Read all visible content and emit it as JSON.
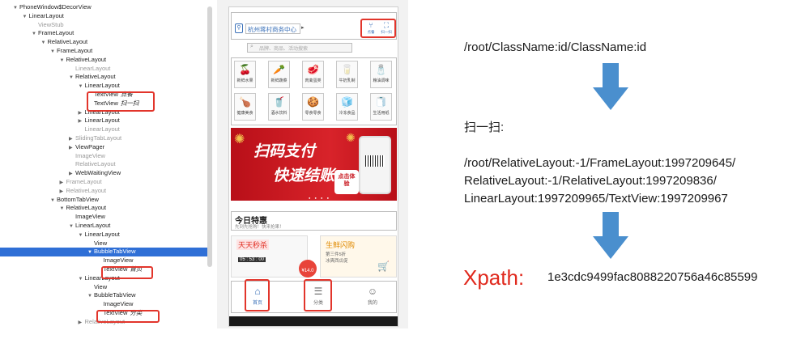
{
  "tree": {
    "rows": [
      {
        "label": "PhoneWindow$DecorView",
        "depth": 0,
        "arrow": "▼",
        "dim": false
      },
      {
        "label": "LinearLayout",
        "depth": 1,
        "arrow": "▼",
        "dim": false
      },
      {
        "label": "ViewStub",
        "depth": 2,
        "arrow": "",
        "dim": true
      },
      {
        "label": "FrameLayout",
        "depth": 2,
        "arrow": "▼",
        "dim": false
      },
      {
        "label": "RelativeLayout",
        "depth": 3,
        "arrow": "▼",
        "dim": false
      },
      {
        "label": "FrameLayout",
        "depth": 4,
        "arrow": "▼",
        "dim": false
      },
      {
        "label": "RelativeLayout",
        "depth": 5,
        "arrow": "▼",
        "dim": false
      },
      {
        "label": "LinearLayout",
        "depth": 6,
        "arrow": "",
        "dim": true
      },
      {
        "label": "RelativeLayout",
        "depth": 6,
        "arrow": "▼",
        "dim": false
      },
      {
        "label": "LinearLayout",
        "depth": 7,
        "arrow": "▼",
        "dim": false
      },
      {
        "label": "TextView",
        "suffix": "点餐",
        "depth": 8,
        "arrow": "",
        "dim": false
      },
      {
        "label": "TextView",
        "suffix": "扫一扫",
        "depth": 8,
        "arrow": "",
        "dim": false
      },
      {
        "label": "LinearLayout",
        "depth": 7,
        "arrow": "▶",
        "dim": false
      },
      {
        "label": "LinearLayout",
        "depth": 7,
        "arrow": "▶",
        "dim": false
      },
      {
        "label": "LinearLayout",
        "depth": 7,
        "arrow": "",
        "dim": true
      },
      {
        "label": "SlidingTabLayout",
        "depth": 6,
        "arrow": "▶",
        "dim": true
      },
      {
        "label": "ViewPager",
        "depth": 6,
        "arrow": "▶",
        "dim": false
      },
      {
        "label": "ImageView",
        "depth": 6,
        "arrow": "",
        "dim": true
      },
      {
        "label": "RelativeLayout",
        "depth": 6,
        "arrow": "",
        "dim": true
      },
      {
        "label": "WebWaitingView",
        "depth": 6,
        "arrow": "▶",
        "dim": false
      },
      {
        "label": "FrameLayout",
        "depth": 5,
        "arrow": "▶",
        "dim": true
      },
      {
        "label": "RelativeLayout",
        "depth": 5,
        "arrow": "▶",
        "dim": true
      },
      {
        "label": "BottomTabView",
        "depth": 4,
        "arrow": "▼",
        "dim": false
      },
      {
        "label": "RelativeLayout",
        "depth": 5,
        "arrow": "▼",
        "dim": false
      },
      {
        "label": "ImageView",
        "depth": 6,
        "arrow": "",
        "dim": false
      },
      {
        "label": "LinearLayout",
        "depth": 6,
        "arrow": "▼",
        "dim": false
      },
      {
        "label": "LinearLayout",
        "depth": 7,
        "arrow": "▼",
        "dim": false
      },
      {
        "label": "View",
        "depth": 8,
        "arrow": "",
        "dim": false
      },
      {
        "label": "BubbleTabView",
        "depth": 8,
        "arrow": "▼",
        "dim": false,
        "selected": true
      },
      {
        "label": "ImageView",
        "depth": 9,
        "arrow": "",
        "dim": false
      },
      {
        "label": "TextView",
        "suffix": "首页",
        "depth": 9,
        "arrow": "",
        "dim": false
      },
      {
        "label": "LinearLayout",
        "depth": 7,
        "arrow": "▼",
        "dim": false
      },
      {
        "label": "View",
        "depth": 8,
        "arrow": "",
        "dim": false
      },
      {
        "label": "BubbleTabView",
        "depth": 8,
        "arrow": "▼",
        "dim": false
      },
      {
        "label": "ImageView",
        "depth": 9,
        "arrow": "",
        "dim": false
      },
      {
        "label": "TextView",
        "suffix": "分类",
        "depth": 9,
        "arrow": "",
        "dim": false
      },
      {
        "label": "RelativeLayout",
        "depth": 7,
        "arrow": "▶",
        "dim": true
      }
    ]
  },
  "phone": {
    "location": "杭州蒋村商务中心",
    "search_hint": "品牌、商品、活动搜索",
    "top_buttons": [
      "点餐",
      "扫一扫"
    ],
    "categories_row1": [
      {
        "label": "新鲜水果",
        "icon": "🍒"
      },
      {
        "label": "新鲜蔬菜",
        "icon": "🥕"
      },
      {
        "label": "肉禽蛋类",
        "icon": "🥩"
      },
      {
        "label": "牛奶乳制",
        "icon": "🥛"
      },
      {
        "label": "粮油调味",
        "icon": "🧂"
      }
    ],
    "categories_row2": [
      {
        "label": "健康美食",
        "icon": "🍗"
      },
      {
        "label": "酒水饮料",
        "icon": "🥤"
      },
      {
        "label": "零食零食",
        "icon": "🍪"
      },
      {
        "label": "冷冻食品",
        "icon": "🧊"
      },
      {
        "label": "生活用纸",
        "icon": "🧻"
      }
    ],
    "banner_line1": "扫码支付",
    "banner_line2": "快速结账",
    "banner_badge": "点击体验",
    "today_title": "今日特惠",
    "today_sub": "先到先抢购！快来抢果！",
    "deal_left": "天天秒杀",
    "deal_right": "生鲜闪购",
    "deal_right_sub1": "第三件5折",
    "deal_right_sub2": "冰爽西瓜促",
    "price_badge": "¥14.0",
    "bottom_tabs": [
      "首页",
      "分类",
      "我的"
    ]
  },
  "paths": {
    "top_path": "/root/ClassName:id/ClassName:id",
    "scan_label": "扫一扫:",
    "path_line1": "/root/RelativeLayout:-1/FrameLayout:1997209645/",
    "path_line2": "RelativeLayout:-1/RelativeLayout:1997209836/",
    "path_line3": "LinearLayout:1997209965/TextView:1997209967"
  },
  "xpath": {
    "label": "Xpath:",
    "value": "1e3cdc9499fac8088220756a46c85599"
  },
  "colors": {
    "highlight_red": "#e2352b",
    "selection_blue": "#2f6fd6",
    "arrow_blue": "#4a8fce",
    "banner_red": "#c8141c"
  }
}
